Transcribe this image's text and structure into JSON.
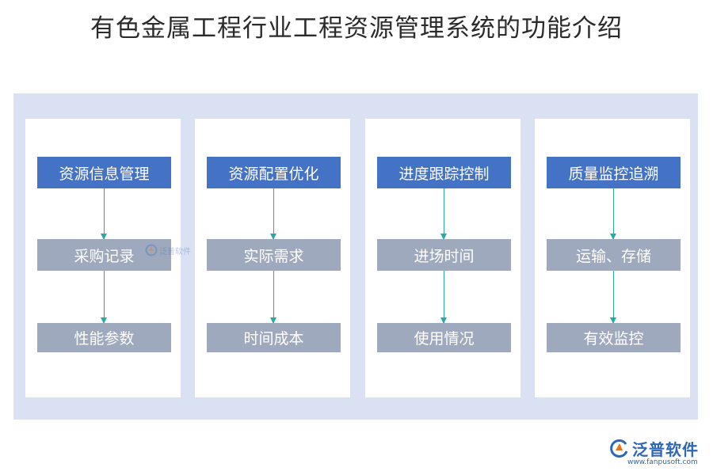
{
  "title": "有色金属工程行业工程资源管理系统的功能介绍",
  "columns": [
    {
      "header": "资源信息管理",
      "items": [
        "采购记录",
        "性能参数"
      ]
    },
    {
      "header": "资源配置优化",
      "items": [
        "实际需求",
        "时间成本"
      ]
    },
    {
      "header": "进度跟踪控制",
      "items": [
        "进场时间",
        "使用情况"
      ]
    },
    {
      "header": "质量监控追溯",
      "items": [
        "运输、存储",
        "有效监控"
      ]
    }
  ],
  "watermark": {
    "text": "泛普软件",
    "url": "www.fanpusoft.com"
  },
  "colors": {
    "header_box": "#4472c4",
    "item_box": "#9ea9bd",
    "panel": "#d9e1f2",
    "arrow": "#2aa8a8"
  }
}
